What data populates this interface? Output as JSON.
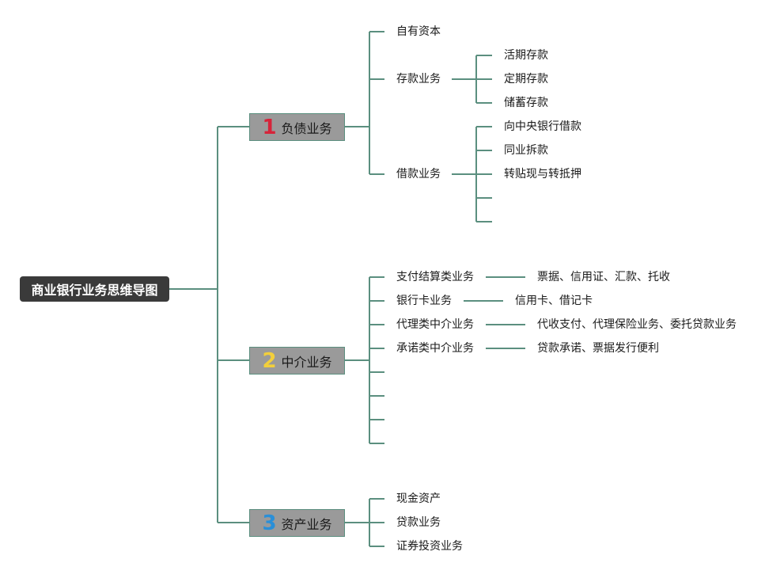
{
  "root": {
    "label": "商业银行业务思维导图"
  },
  "branches": [
    {
      "num": "1",
      "num_color": "#d6243a",
      "label": "负债业务",
      "children": [
        {
          "label": "自有资本"
        },
        {
          "label": "存款业务",
          "children": [
            "活期存款",
            "定期存款",
            "储蓄存款"
          ]
        },
        {
          "label": "借款业务",
          "children": [
            "向中央银行借款",
            "同业拆款",
            "转贴现与转抵押"
          ]
        }
      ]
    },
    {
      "num": "2",
      "num_color": "#f2cf3b",
      "label": "中介业务",
      "children": [
        {
          "label": "支付结算类业务",
          "detail": "票据、信用证、汇款、托收"
        },
        {
          "label": "银行卡业务",
          "detail": "信用卡、借记卡"
        },
        {
          "label": "代理类中介业务",
          "detail": "代收支付、代理保险业务、委托贷款业务"
        },
        {
          "label": "承诺类中介业务",
          "detail": "贷款承诺、票据发行便利"
        }
      ]
    },
    {
      "num": "3",
      "num_color": "#2a8fd8",
      "label": "资产业务",
      "children": [
        {
          "label": "现金资产"
        },
        {
          "label": "贷款业务"
        },
        {
          "label": "证券投资业务"
        }
      ]
    }
  ],
  "colors": {
    "line": "#5b8f7f",
    "root_bg": "#3a3a3a",
    "branch_bg": "#9a9a9a"
  }
}
